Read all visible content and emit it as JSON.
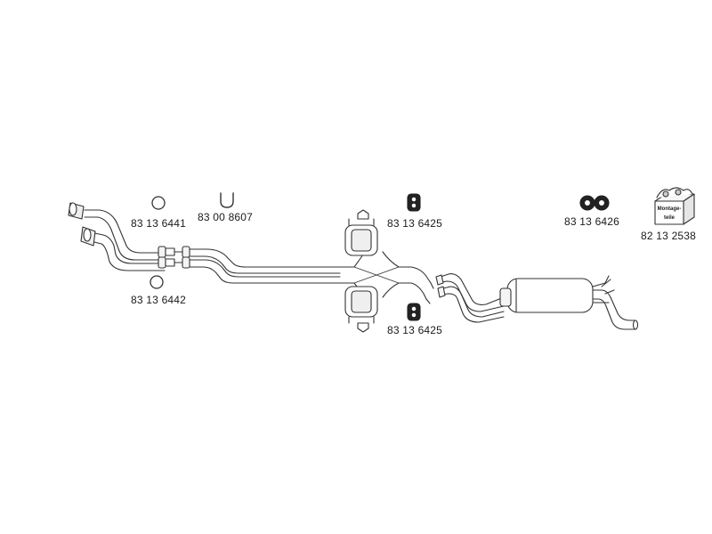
{
  "parts": {
    "ring_upper": "83 13 6441",
    "u_clamp": "83 00 8607",
    "ring_lower": "83 13 6442",
    "rubber_mount_upper": "83 13 6425",
    "rubber_mount_lower": "83 13 6425",
    "double_mount": "83 13 6426",
    "mounting_kit": "82 13 2538"
  },
  "kit_box_text": [
    "Montage-",
    "teile"
  ]
}
